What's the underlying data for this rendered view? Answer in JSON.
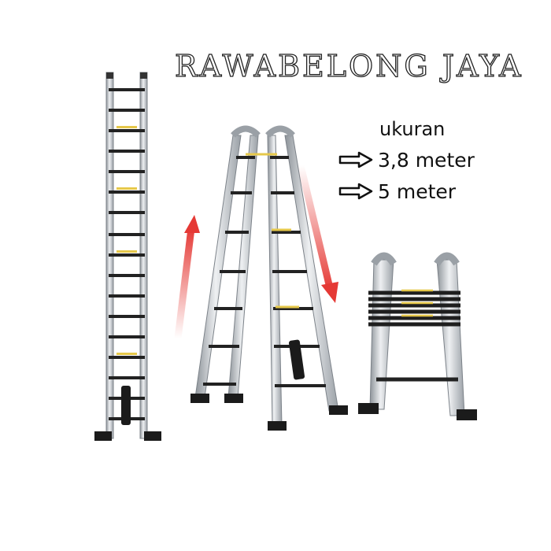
{
  "brand": {
    "name": "RAWABELONG JAYA"
  },
  "sizes": {
    "title": "ukuran",
    "options": [
      "3,8 meter",
      "5 meter"
    ],
    "bullet_icon": "arrow-right-outline-icon"
  },
  "products": [
    {
      "pose": "straight-extended",
      "icon": "straight-ladder"
    },
    {
      "pose": "a-frame-open",
      "icon": "a-frame-ladder"
    },
    {
      "pose": "a-frame-collapsed",
      "icon": "collapsed-ladder"
    }
  ],
  "colors": {
    "accent_arrow": "#e53935",
    "metal": "#c9cdd2",
    "rubber": "#1b1b1b"
  }
}
